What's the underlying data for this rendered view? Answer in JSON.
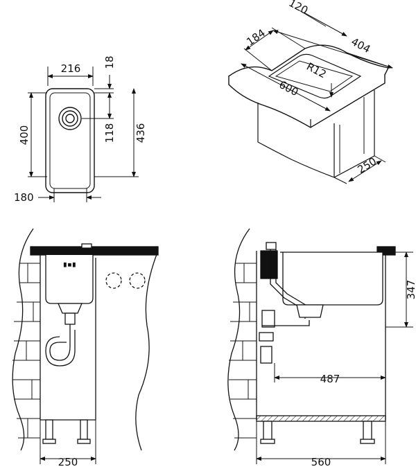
{
  "top_view": {
    "width": "216",
    "offset": "18",
    "inner_height": "400",
    "drain_offset": "118",
    "outer_height": "436",
    "outer_width": "180"
  },
  "iso_view": {
    "depth": "120",
    "edge": "184",
    "length": "404",
    "radius": "R12",
    "cut": "600",
    "height": "250"
  },
  "side_view": {
    "width": "250"
  },
  "front_view": {
    "height": "347",
    "drain_distance": "487",
    "width": "560"
  }
}
